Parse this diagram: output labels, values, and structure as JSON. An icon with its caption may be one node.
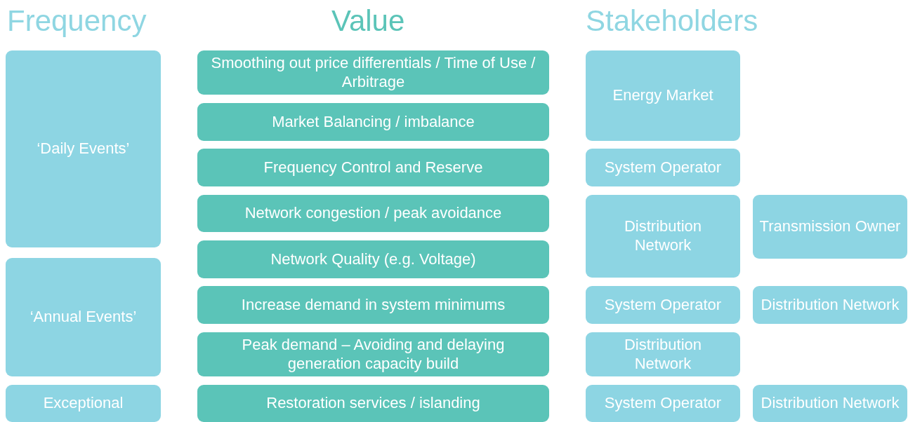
{
  "diagram": {
    "nodes": [
      {
        "text": [
          "‘Daily Events’"
        ]
      },
      {
        "text": [
          "‘Annual Events’"
        ]
      },
      {
        "text": [
          "Exceptional"
        ]
      },
      {
        "text": [
          "Smoothing out price differentials / Time of Use / Arbitrage"
        ]
      },
      {
        "text": [
          "Market Balancing / imbalance"
        ]
      },
      {
        "text": [
          "Frequency Control and Reserve"
        ]
      },
      {
        "text": [
          "Network congestion / peak avoidance"
        ]
      },
      {
        "text": [
          "Network Quality (e.g. Voltage)"
        ]
      },
      {
        "text": [
          "Increase demand in system minimums"
        ]
      },
      {
        "text": [
          "Peak demand – Avoiding and delaying generation capacity build"
        ]
      },
      {
        "text": [
          "Restoration services / islanding"
        ]
      },
      {
        "text": [
          "Energy Market"
        ]
      },
      {
        "text": [
          "System Operator"
        ]
      },
      {
        "text": [
          "Distribution Network"
        ]
      },
      {
        "text": [
          "Transmission Owner"
        ]
      },
      {
        "text": [
          "System Operator"
        ]
      },
      {
        "text": [
          "Distribution Network"
        ]
      },
      {
        "text": [
          "Distribution Network"
        ]
      },
      {
        "text": [
          "System Operator"
        ]
      },
      {
        "text": [
          "Distribution Network"
        ]
      }
    ],
    "labels": [
      "Frequency",
      "Value",
      "Stakeholders"
    ]
  }
}
